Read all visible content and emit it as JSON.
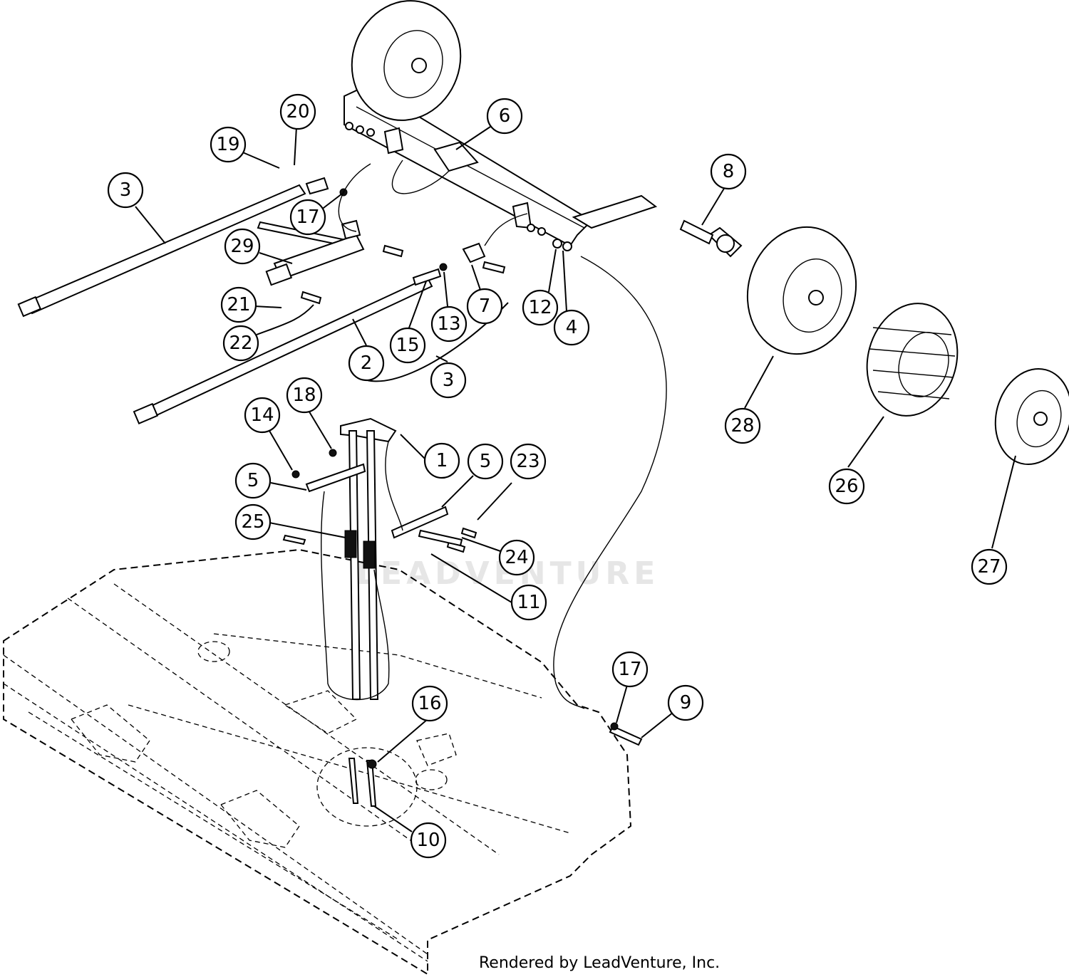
{
  "watermark": {
    "text": "LEADVENTURE"
  },
  "footer": {
    "text": "Rendered by LeadVenture, Inc."
  },
  "callouts": [
    {
      "id": "c1",
      "label": "1"
    },
    {
      "id": "c2",
      "label": "2"
    },
    {
      "id": "c3a",
      "label": "3"
    },
    {
      "id": "c3b",
      "label": "3"
    },
    {
      "id": "c4",
      "label": "4"
    },
    {
      "id": "c5a",
      "label": "5"
    },
    {
      "id": "c5b",
      "label": "5"
    },
    {
      "id": "c6",
      "label": "6"
    },
    {
      "id": "c7",
      "label": "7"
    },
    {
      "id": "c8",
      "label": "8"
    },
    {
      "id": "c9",
      "label": "9"
    },
    {
      "id": "c10",
      "label": "10"
    },
    {
      "id": "c11",
      "label": "11"
    },
    {
      "id": "c12",
      "label": "12"
    },
    {
      "id": "c13",
      "label": "13"
    },
    {
      "id": "c14",
      "label": "14"
    },
    {
      "id": "c15",
      "label": "15"
    },
    {
      "id": "c16",
      "label": "16"
    },
    {
      "id": "c17a",
      "label": "17"
    },
    {
      "id": "c17b",
      "label": "17"
    },
    {
      "id": "c18",
      "label": "18"
    },
    {
      "id": "c19",
      "label": "19"
    },
    {
      "id": "c20",
      "label": "20"
    },
    {
      "id": "c21",
      "label": "21"
    },
    {
      "id": "c22",
      "label": "22"
    },
    {
      "id": "c23",
      "label": "23"
    },
    {
      "id": "c24",
      "label": "24"
    },
    {
      "id": "c25",
      "label": "25"
    },
    {
      "id": "c26",
      "label": "26"
    },
    {
      "id": "c27",
      "label": "27"
    },
    {
      "id": "c28",
      "label": "28"
    },
    {
      "id": "c29",
      "label": "29"
    }
  ]
}
